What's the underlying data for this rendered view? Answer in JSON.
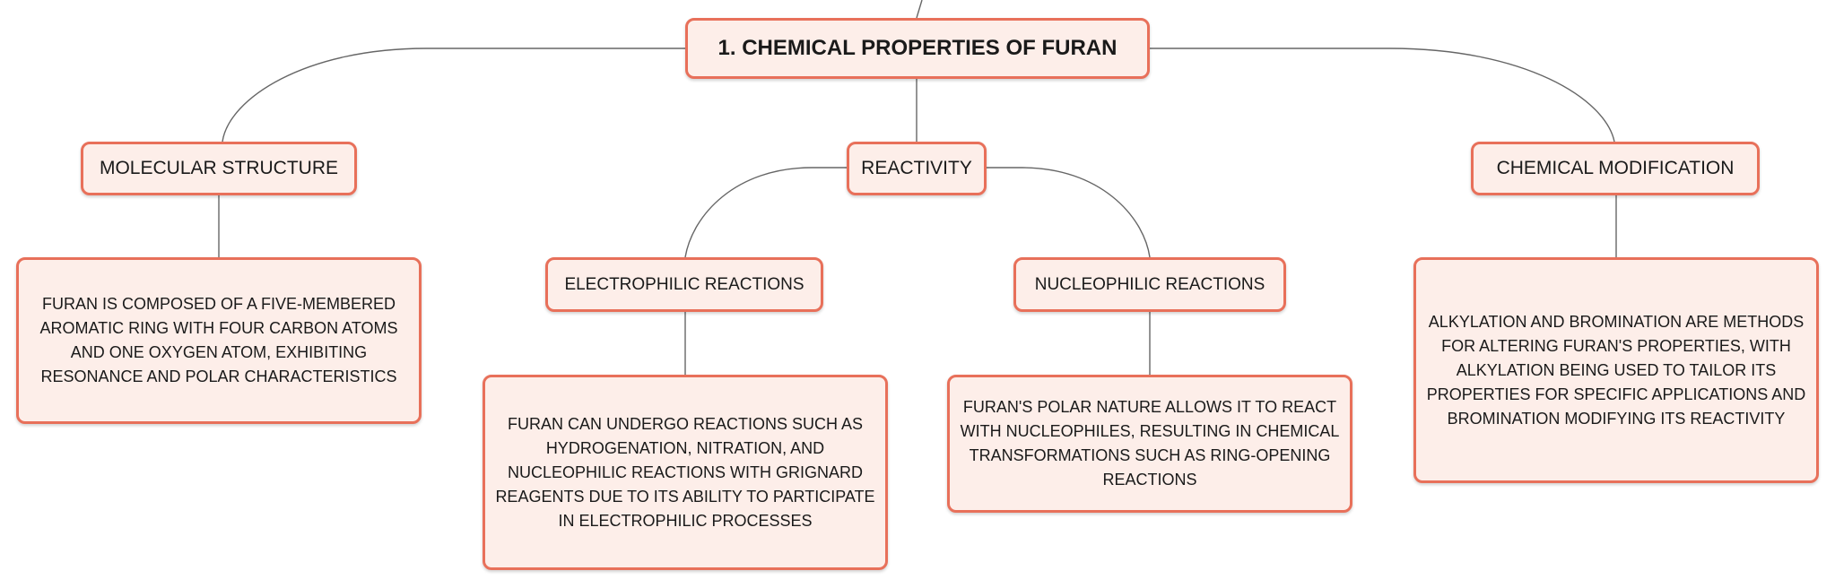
{
  "colors": {
    "node_fill": "#fdeee9",
    "node_border": "#e8705a",
    "connector": "#666666"
  },
  "root": {
    "label": "1. CHEMICAL PROPERTIES OF FURAN"
  },
  "branches": {
    "molecular_structure": {
      "label": "MOLECULAR STRUCTURE",
      "detail": "FURAN IS COMPOSED OF A FIVE-MEMBERED AROMATIC RING WITH FOUR CARBON ATOMS AND ONE OXYGEN ATOM, EXHIBITING RESONANCE AND POLAR CHARACTERISTICS"
    },
    "reactivity": {
      "label": "REACTIVITY",
      "electrophilic": {
        "label": "ELECTROPHILIC REACTIONS",
        "detail": "FURAN CAN UNDERGO REACTIONS SUCH AS HYDROGENATION, NITRATION, AND NUCLEOPHILIC REACTIONS WITH GRIGNARD REAGENTS DUE TO ITS ABILITY TO PARTICIPATE IN ELECTROPHILIC PROCESSES"
      },
      "nucleophilic": {
        "label": "NUCLEOPHILIC REACTIONS",
        "detail": "FURAN'S POLAR NATURE ALLOWS IT TO REACT WITH NUCLEOPHILES, RESULTING IN CHEMICAL TRANSFORMATIONS SUCH AS RING-OPENING REACTIONS"
      }
    },
    "chemical_modification": {
      "label": "CHEMICAL MODIFICATION",
      "detail": "ALKYLATION AND BROMINATION ARE METHODS FOR ALTERING FURAN'S PROPERTIES, WITH ALKYLATION BEING USED TO TAILOR ITS PROPERTIES FOR SPECIFIC APPLICATIONS AND BROMINATION MODIFYING ITS REACTIVITY"
    }
  }
}
